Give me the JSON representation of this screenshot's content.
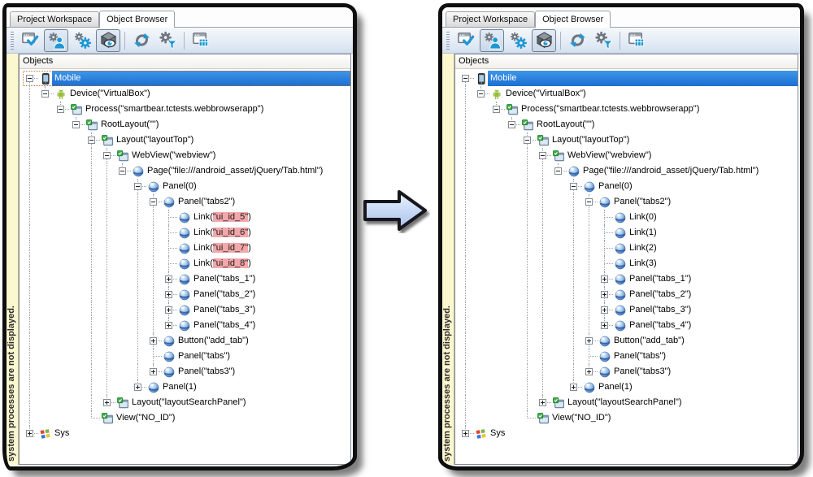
{
  "tabs": [
    {
      "label": "Project Workspace",
      "active": false
    },
    {
      "label": "Object Browser",
      "active": true
    }
  ],
  "objects_label": "Objects",
  "side_note": "system processes are not displayed.",
  "toolbar": {
    "buttons": [
      {
        "icon": "window-check-icon",
        "pressed": false,
        "sep_after": false
      },
      {
        "icon": "gear-person-icon",
        "pressed": true,
        "sep_after": false
      },
      {
        "icon": "gears-icon",
        "pressed": false,
        "sep_after": false
      },
      {
        "icon": "cube-eye-icon",
        "pressed": true,
        "sep_after": true
      },
      {
        "icon": "refresh-icon",
        "pressed": false,
        "sep_after": false
      },
      {
        "icon": "gear-filter-icon",
        "pressed": false,
        "sep_after": true
      },
      {
        "icon": "window-grid-icon",
        "pressed": false,
        "sep_after": false
      }
    ]
  },
  "colors": {
    "accent_blue": "#1f97d4",
    "selection_blue": "#2e86e0",
    "match_highlight_pink": "#f2a7aa",
    "note_strip_yellow": "#fbf7cf"
  },
  "panels": {
    "left": {
      "tree": [
        {
          "name": "Mobile",
          "arg": null,
          "icon": "mobile-device-icon",
          "level": 0,
          "expand": "minus",
          "selected": true,
          "focused": true
        },
        {
          "name": "Device",
          "arg": "\"VirtualBox\"",
          "icon": "android-robot-icon",
          "level": 1,
          "expand": "minus"
        },
        {
          "name": "Process",
          "arg": "\"smartbear.tctests.webbrowserapp\"",
          "icon": "layout-window-icon",
          "level": 2,
          "expand": "minus"
        },
        {
          "name": "RootLayout",
          "arg": "\"\"",
          "icon": "layout-window-icon",
          "level": 3,
          "expand": "minus"
        },
        {
          "name": "Layout",
          "arg": "\"layoutTop\"",
          "icon": "layout-window-icon",
          "level": 4,
          "expand": "minus"
        },
        {
          "name": "WebView",
          "arg": "\"webview\"",
          "icon": "layout-window-icon",
          "level": 5,
          "expand": "minus"
        },
        {
          "name": "Page",
          "arg": "\"file:///android_asset/jQuery/Tab.html\"",
          "icon": "web-object-icon",
          "level": 6,
          "expand": "minus"
        },
        {
          "name": "Panel",
          "arg": "0",
          "icon": "web-object-icon",
          "level": 7,
          "expand": "minus"
        },
        {
          "name": "Panel",
          "arg": "\"tabs2\"",
          "icon": "web-object-icon",
          "level": 8,
          "expand": "minus"
        },
        {
          "name": "Link",
          "arg": "\"ui_id_5\"",
          "arg_highlight": true,
          "icon": "web-object-icon",
          "level": 9,
          "expand": "leaf"
        },
        {
          "name": "Link",
          "arg": "\"ui_id_6\"",
          "arg_highlight": true,
          "icon": "web-object-icon",
          "level": 9,
          "expand": "leaf"
        },
        {
          "name": "Link",
          "arg": "\"ui_id_7\"",
          "arg_highlight": true,
          "icon": "web-object-icon",
          "level": 9,
          "expand": "leaf"
        },
        {
          "name": "Link",
          "arg": "\"ui_id_8\"",
          "arg_highlight": true,
          "icon": "web-object-icon",
          "level": 9,
          "expand": "leaf"
        },
        {
          "name": "Panel",
          "arg": "\"tabs_1\"",
          "icon": "web-object-icon",
          "level": 9,
          "expand": "plus"
        },
        {
          "name": "Panel",
          "arg": "\"tabs_2\"",
          "icon": "web-object-icon",
          "level": 9,
          "expand": "plus"
        },
        {
          "name": "Panel",
          "arg": "\"tabs_3\"",
          "icon": "web-object-icon",
          "level": 9,
          "expand": "plus"
        },
        {
          "name": "Panel",
          "arg": "\"tabs_4\"",
          "icon": "web-object-icon",
          "level": 9,
          "expand": "plus"
        },
        {
          "name": "Button",
          "arg": "\"add_tab\"",
          "icon": "web-object-icon",
          "level": 8,
          "expand": "plus"
        },
        {
          "name": "Panel",
          "arg": "\"tabs\"",
          "icon": "web-object-icon",
          "level": 8,
          "expand": "leaf"
        },
        {
          "name": "Panel",
          "arg": "\"tabs3\"",
          "icon": "web-object-icon",
          "level": 8,
          "expand": "plus"
        },
        {
          "name": "Panel",
          "arg": "1",
          "icon": "web-object-icon",
          "level": 7,
          "expand": "plus"
        },
        {
          "name": "Layout",
          "arg": "\"layoutSearchPanel\"",
          "icon": "layout-window-icon",
          "level": 5,
          "expand": "plus"
        },
        {
          "name": "View",
          "arg": "\"NO_ID\"",
          "icon": "layout-window-icon",
          "level": 4,
          "expand": "leaf"
        },
        {
          "name": "Sys",
          "arg": null,
          "icon": "windows-system-icon",
          "level": 0,
          "expand": "plus"
        }
      ]
    },
    "right": {
      "tree": [
        {
          "name": "Mobile",
          "arg": null,
          "icon": "mobile-device-icon",
          "level": 0,
          "expand": "minus",
          "selected": true
        },
        {
          "name": "Device",
          "arg": "\"VirtualBox\"",
          "icon": "android-robot-icon",
          "level": 1,
          "expand": "minus"
        },
        {
          "name": "Process",
          "arg": "\"smartbear.tctests.webbrowserapp\"",
          "icon": "layout-window-icon",
          "level": 2,
          "expand": "minus"
        },
        {
          "name": "RootLayout",
          "arg": "\"\"",
          "icon": "layout-window-icon",
          "level": 3,
          "expand": "minus"
        },
        {
          "name": "Layout",
          "arg": "\"layoutTop\"",
          "icon": "layout-window-icon",
          "level": 4,
          "expand": "minus"
        },
        {
          "name": "WebView",
          "arg": "\"webview\"",
          "icon": "layout-window-icon",
          "level": 5,
          "expand": "minus"
        },
        {
          "name": "Page",
          "arg": "\"file:///android_asset/jQuery/Tab.html\"",
          "icon": "web-object-icon",
          "level": 6,
          "expand": "minus"
        },
        {
          "name": "Panel",
          "arg": "0",
          "icon": "web-object-icon",
          "level": 7,
          "expand": "minus"
        },
        {
          "name": "Panel",
          "arg": "\"tabs2\"",
          "icon": "web-object-icon",
          "level": 8,
          "expand": "minus"
        },
        {
          "name": "Link",
          "arg": "0",
          "icon": "web-object-icon",
          "level": 9,
          "expand": "leaf"
        },
        {
          "name": "Link",
          "arg": "1",
          "icon": "web-object-icon",
          "level": 9,
          "expand": "leaf"
        },
        {
          "name": "Link",
          "arg": "2",
          "icon": "web-object-icon",
          "level": 9,
          "expand": "leaf"
        },
        {
          "name": "Link",
          "arg": "3",
          "icon": "web-object-icon",
          "level": 9,
          "expand": "leaf"
        },
        {
          "name": "Panel",
          "arg": "\"tabs_1\"",
          "icon": "web-object-icon",
          "level": 9,
          "expand": "plus"
        },
        {
          "name": "Panel",
          "arg": "\"tabs_2\"",
          "icon": "web-object-icon",
          "level": 9,
          "expand": "plus"
        },
        {
          "name": "Panel",
          "arg": "\"tabs_3\"",
          "icon": "web-object-icon",
          "level": 9,
          "expand": "plus"
        },
        {
          "name": "Panel",
          "arg": "\"tabs_4\"",
          "icon": "web-object-icon",
          "level": 9,
          "expand": "plus"
        },
        {
          "name": "Button",
          "arg": "\"add_tab\"",
          "icon": "web-object-icon",
          "level": 8,
          "expand": "plus"
        },
        {
          "name": "Panel",
          "arg": "\"tabs\"",
          "icon": "web-object-icon",
          "level": 8,
          "expand": "leaf"
        },
        {
          "name": "Panel",
          "arg": "\"tabs3\"",
          "icon": "web-object-icon",
          "level": 8,
          "expand": "plus"
        },
        {
          "name": "Panel",
          "arg": "1",
          "icon": "web-object-icon",
          "level": 7,
          "expand": "plus"
        },
        {
          "name": "Layout",
          "arg": "\"layoutSearchPanel\"",
          "icon": "layout-window-icon",
          "level": 5,
          "expand": "plus"
        },
        {
          "name": "View",
          "arg": "\"NO_ID\"",
          "icon": "layout-window-icon",
          "level": 4,
          "expand": "leaf"
        },
        {
          "name": "Sys",
          "arg": null,
          "icon": "windows-system-icon",
          "level": 0,
          "expand": "plus"
        }
      ]
    }
  }
}
